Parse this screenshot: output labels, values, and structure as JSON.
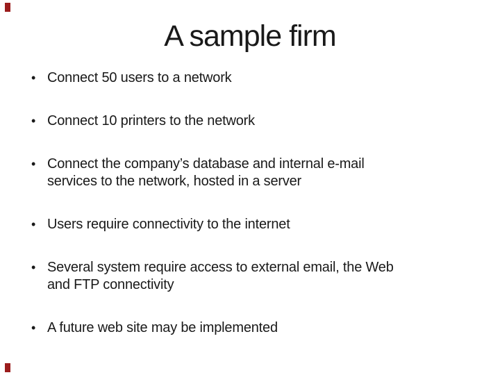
{
  "slide": {
    "title": "A sample firm",
    "bullet_glyph": "•",
    "bullets": [
      {
        "lines": [
          "Connect 50 users to a network"
        ]
      },
      {
        "lines": [
          "Connect 10 printers to the network"
        ]
      },
      {
        "lines": [
          "Connect the company’s database and internal e-mail",
          "services to the network, hosted in a server"
        ]
      },
      {
        "lines": [
          "Users require connectivity to the internet"
        ]
      },
      {
        "lines": [
          "Several system require access to external email, the Web",
          "and FTP connectivity"
        ]
      },
      {
        "lines": [
          "A future web site may be implemented"
        ]
      }
    ],
    "colors": {
      "background": "#ffffff",
      "text": "#191919",
      "corner_marker": "#9b1c1c"
    }
  }
}
